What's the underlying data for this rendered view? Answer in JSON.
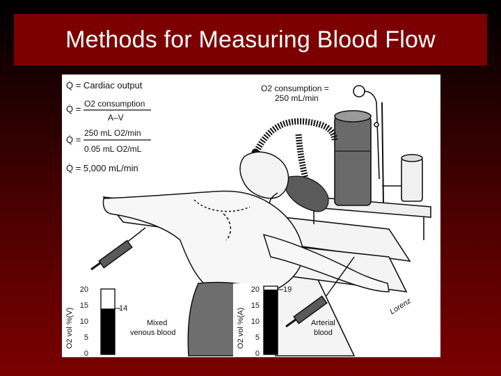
{
  "slide": {
    "title": "Methods for Measuring Blood Flow"
  },
  "figure": {
    "equations": {
      "line1": "Q̇ = Cardiac output",
      "line2_lhs": "Q̇ =",
      "line2_num": "O2 consumption",
      "line2_den": "A–V",
      "line3_lhs": "Q̇ =",
      "line3_num": "250 mL O2/min",
      "line3_den": "0.05  mL O2/mL",
      "line4": "Q̇ = 5,000 mL/min"
    },
    "o2_consumption_label_1": "O2 consumption =",
    "o2_consumption_label_2": "250 mL/min",
    "venous_gauge": {
      "axis_label": "O2 vol %(V)",
      "ticks": [
        "0",
        "5",
        "10",
        "15",
        "20"
      ],
      "value": 14,
      "max": 20,
      "value_label": "14",
      "caption_1": "Mixed",
      "caption_2": "venous blood"
    },
    "arterial_gauge": {
      "axis_label": "O2 vol %(A)",
      "ticks": [
        "0",
        "5",
        "10",
        "15",
        "20"
      ],
      "value": 19,
      "max": 20,
      "value_label": "19",
      "caption_1": "Arterial",
      "caption_2": "blood"
    },
    "signature": "Lorenz"
  }
}
